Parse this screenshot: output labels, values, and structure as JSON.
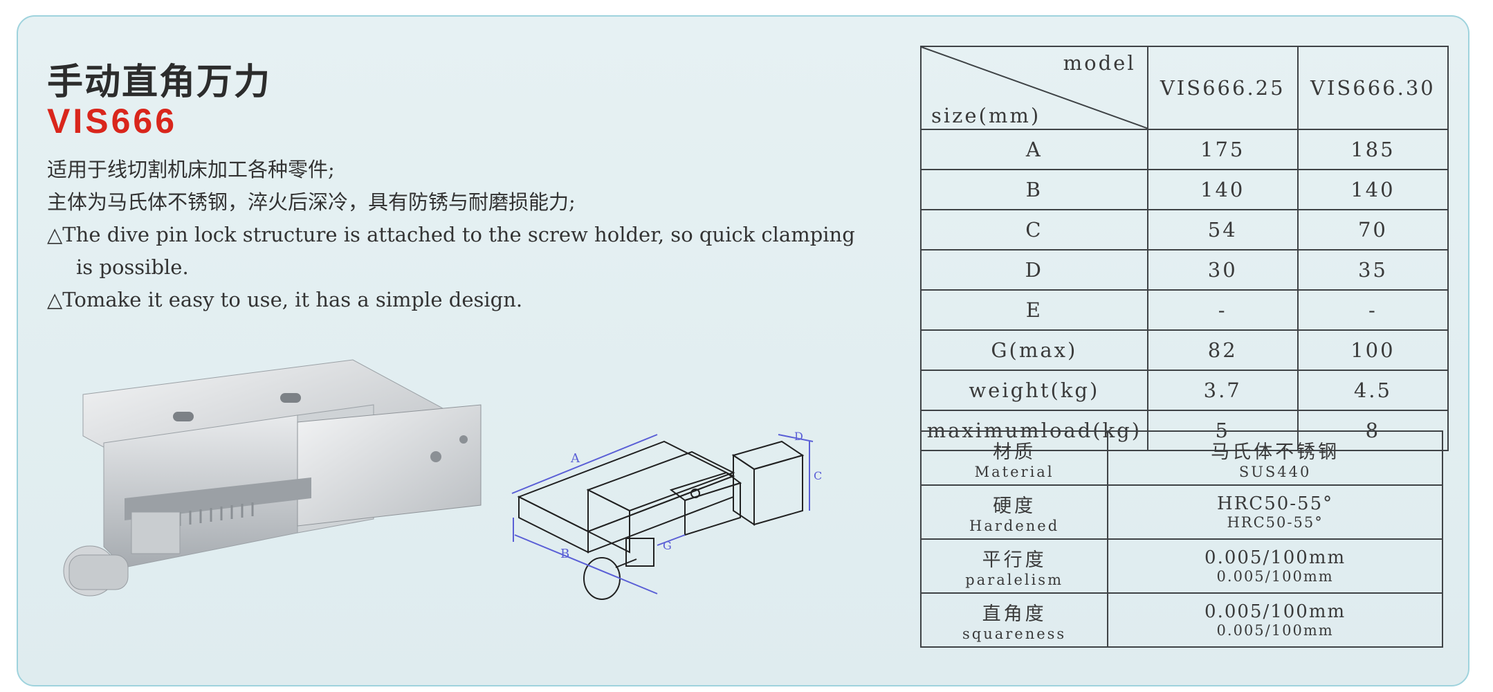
{
  "header": {
    "title_cn": "手动直角万力",
    "model": "VIS666"
  },
  "description": [
    "适用于线切割机床加工各种零件;",
    "主体为马氏体不锈钢，淬火后深冷，具有防锈与耐磨损能力;",
    "△The dive pin lock structure is attached to the screw holder, so quick clamping",
    "is possible.",
    "△Tomake it easy to use, it has a simple design."
  ],
  "spec_table": {
    "corner_model": "model",
    "corner_size": "size(mm)",
    "models": [
      "VIS666.25",
      "VIS666.30"
    ],
    "rows": [
      {
        "label": "A",
        "values": [
          "175",
          "185"
        ]
      },
      {
        "label": "B",
        "values": [
          "140",
          "140"
        ]
      },
      {
        "label": "C",
        "values": [
          "54",
          "70"
        ]
      },
      {
        "label": "D",
        "values": [
          "30",
          "35"
        ]
      },
      {
        "label": "E",
        "values": [
          "-",
          "-"
        ]
      },
      {
        "label": "G(max)",
        "values": [
          "82",
          "100"
        ]
      },
      {
        "label": "weight(kg)",
        "values": [
          "3.7",
          "4.5"
        ]
      },
      {
        "label": "maximumload(kg)",
        "values": [
          "5",
          "8"
        ]
      }
    ]
  },
  "properties": [
    {
      "cn": "材质",
      "en": "Material",
      "v1": "马氏体不锈钢",
      "v2": "SUS440"
    },
    {
      "cn": "硬度",
      "en": "Hardened",
      "v1": "HRC50-55°",
      "v2": "HRC50-55°"
    },
    {
      "cn": "平行度",
      "en": "paralelism",
      "v1": "0.005/100mm",
      "v2": "0.005/100mm"
    },
    {
      "cn": "直角度",
      "en": "squareness",
      "v1": "0.005/100mm",
      "v2": "0.005/100mm"
    }
  ],
  "drawing_labels": {
    "a": "A",
    "b": "B",
    "c": "C",
    "d": "D",
    "g": "G"
  },
  "colors": {
    "accent_red": "#d9261c",
    "panel_border": "#9fd3dd",
    "dimension_blue": "#5a5fd6"
  }
}
